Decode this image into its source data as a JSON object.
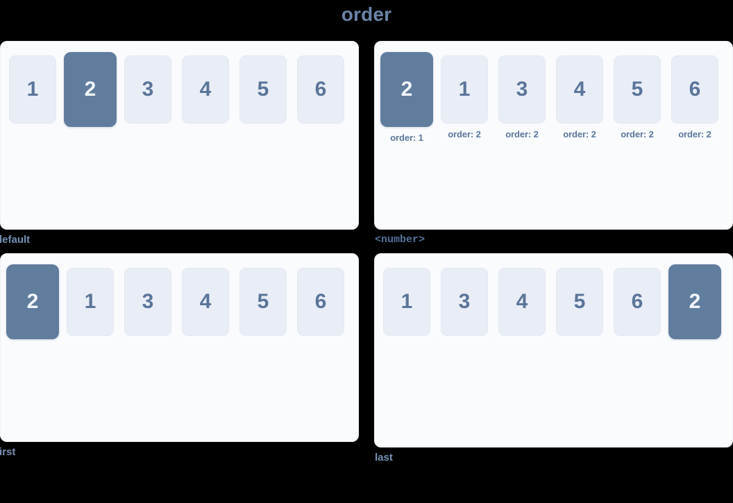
{
  "title": "order",
  "panels": [
    {
      "label": "default",
      "label_style": "text",
      "items": [
        {
          "value": "1",
          "active": false,
          "caption": ""
        },
        {
          "value": "2",
          "active": true,
          "caption": ""
        },
        {
          "value": "3",
          "active": false,
          "caption": ""
        },
        {
          "value": "4",
          "active": false,
          "caption": ""
        },
        {
          "value": "5",
          "active": false,
          "caption": ""
        },
        {
          "value": "6",
          "active": false,
          "caption": ""
        }
      ]
    },
    {
      "label": "<number>",
      "label_style": "mono",
      "items": [
        {
          "value": "2",
          "active": true,
          "caption": "order: 1"
        },
        {
          "value": "1",
          "active": false,
          "caption": "order: 2"
        },
        {
          "value": "3",
          "active": false,
          "caption": "order: 2"
        },
        {
          "value": "4",
          "active": false,
          "caption": "order: 2"
        },
        {
          "value": "5",
          "active": false,
          "caption": "order: 2"
        },
        {
          "value": "6",
          "active": false,
          "caption": "order: 2"
        }
      ]
    },
    {
      "label": "first",
      "label_style": "text",
      "items": [
        {
          "value": "2",
          "active": true,
          "caption": ""
        },
        {
          "value": "1",
          "active": false,
          "caption": ""
        },
        {
          "value": "3",
          "active": false,
          "caption": ""
        },
        {
          "value": "4",
          "active": false,
          "caption": ""
        },
        {
          "value": "5",
          "active": false,
          "caption": ""
        },
        {
          "value": "6",
          "active": false,
          "caption": ""
        }
      ]
    },
    {
      "label": "last",
      "label_style": "text",
      "items": [
        {
          "value": "1",
          "active": false,
          "caption": ""
        },
        {
          "value": "3",
          "active": false,
          "caption": ""
        },
        {
          "value": "4",
          "active": false,
          "caption": ""
        },
        {
          "value": "5",
          "active": false,
          "caption": ""
        },
        {
          "value": "6",
          "active": false,
          "caption": ""
        },
        {
          "value": "2",
          "active": true,
          "caption": ""
        }
      ]
    }
  ],
  "colors": {
    "page_background": "#000000",
    "panel_background": "#f9fbfd",
    "item_background": "#e9edf6",
    "item_active_background": "#617d9e",
    "item_text": "#5a7599",
    "item_active_text": "#f2f6fb",
    "title_text": "#6b84a8",
    "label_text": "#7590b4",
    "caption_text": "#5b769c"
  }
}
